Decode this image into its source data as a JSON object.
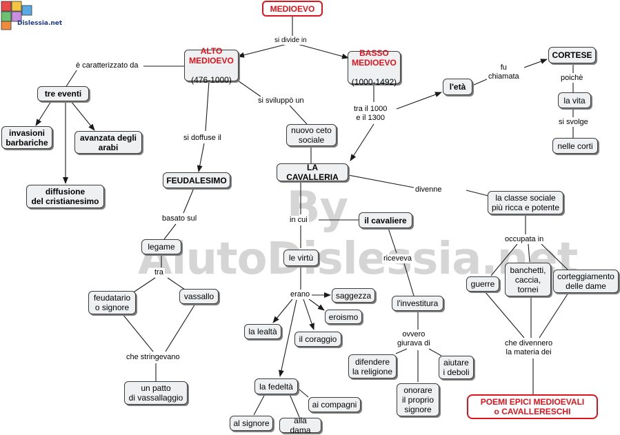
{
  "logo": {
    "text": "Dislessia.net"
  },
  "watermark": "By AiutoDislessia.net",
  "nodes": {
    "medioevo": "MEDIOEVO",
    "alto_title": "ALTO\nMEDIOEVO",
    "alto_years": "(476-1000)",
    "basso_title": "BASSO\nMEDIOEVO",
    "basso_years": "(1000-1492)",
    "tre_eventi": "tre eventi",
    "invasioni": "invasioni\nbarbariche",
    "avanzata": "avanzata degli\narabi",
    "diffusione": "diffusione\ndel cristianesimo",
    "feudalesimo": "FEUDALESIMO",
    "legame": "legame",
    "feudatario": "feudatario\no signore",
    "vassallo": "vassallo",
    "patto": "un patto\ndi vassallaggio",
    "nuovo_ceto": "nuovo ceto\nsociale",
    "cavalleria": "LA CAVALLERIA",
    "virtu": "le virtù",
    "saggezza": "saggezza",
    "eroismo": "eroismo",
    "lealta": "la lealtà",
    "coraggio": "il coraggio",
    "fedelta": "la fedeltà",
    "ai_compagni": "ai compagni",
    "al_signore": "al signore",
    "alla_dama": "alla dama",
    "cavaliere": "il cavaliere",
    "investitura": "l'investitura",
    "difendere": "difendere\nla religione",
    "onorare": "onorare\nil proprio\nsignore",
    "aiutare": "aiutare\ni deboli",
    "leta": "l'età",
    "cortese": "CORTESE",
    "la_vita": "la vita",
    "nelle_corti": "nelle corti",
    "classe": "la classe sociale\npiù ricca e potente",
    "guerre": "guerre",
    "banchetti": "banchetti,\ncaccia,\ntornei",
    "corteggiamento": "corteggiamento\ndelle dame",
    "poemi": "POEMI EPICI MEDIOEVALI\no CAVALLERESCHI"
  },
  "labels": {
    "si_divide_in": "si divide in",
    "caratterizzato": "è caratterizzato da",
    "si_sviluppo": "si sviluppò un",
    "si_doffuse": "si doffuse il",
    "tra_anni": "tra il 1000\ne il 1300",
    "fu_chiamata": "fu\nchiamata",
    "poiche": "poichè",
    "si_svolge": "si svolge",
    "divenne": "divenne",
    "basato_sul": "basato sul",
    "in_cui": "in cui",
    "tra": "tra",
    "che_stringevano": "che stringevano",
    "erano": "erano",
    "riceveva": "riceveva",
    "ovvero_giurava": "ovvero\ngiurava di",
    "occupata_in": "occupata in",
    "che_divennero": "che divennero\nla materia dei"
  },
  "colors": {
    "node_fill": "#eef0f2",
    "node_border": "#3a3a3a",
    "accent_red": "#e0121b",
    "line": "#1a1a1a"
  }
}
